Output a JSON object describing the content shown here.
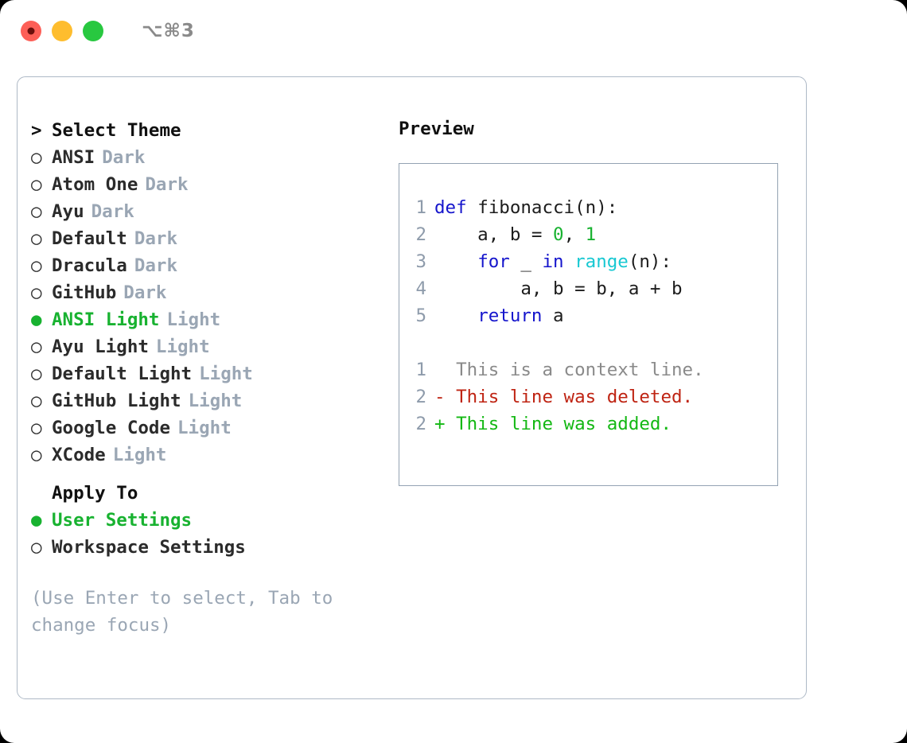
{
  "titlebar": {
    "shortcut": "⌥⌘3",
    "buttons": [
      {
        "name": "close",
        "color": "#fd5f57"
      },
      {
        "name": "minimize",
        "color": "#febd2e"
      },
      {
        "name": "maximize",
        "color": "#28c840"
      }
    ]
  },
  "theme_picker": {
    "heading_marker": ">",
    "heading": "Select Theme",
    "unselected_marker": "○",
    "selected_marker": "●",
    "items": [
      {
        "name": "ANSI",
        "variant": "Dark",
        "selected": false
      },
      {
        "name": "Atom One",
        "variant": "Dark",
        "selected": false
      },
      {
        "name": "Ayu",
        "variant": "Dark",
        "selected": false
      },
      {
        "name": "Default",
        "variant": "Dark",
        "selected": false
      },
      {
        "name": "Dracula",
        "variant": "Dark",
        "selected": false
      },
      {
        "name": "GitHub",
        "variant": "Dark",
        "selected": false
      },
      {
        "name": "ANSI Light",
        "variant": "Light",
        "selected": true
      },
      {
        "name": "Ayu Light",
        "variant": "Light",
        "selected": false
      },
      {
        "name": "Default Light",
        "variant": "Light",
        "selected": false
      },
      {
        "name": "GitHub Light",
        "variant": "Light",
        "selected": false
      },
      {
        "name": "Google Code",
        "variant": "Light",
        "selected": false
      },
      {
        "name": "XCode",
        "variant": "Light",
        "selected": false
      }
    ]
  },
  "apply_to": {
    "heading": "Apply To",
    "items": [
      {
        "name": "User Settings",
        "selected": true
      },
      {
        "name": "Workspace Settings",
        "selected": false
      }
    ]
  },
  "hint": "(Use Enter to select, Tab to change focus)",
  "preview": {
    "title": "Preview",
    "code_lines": [
      {
        "no": "1",
        "tokens": [
          {
            "t": "def ",
            "c": "kw"
          },
          {
            "t": "fibonacci(n):",
            "c": "plain"
          }
        ]
      },
      {
        "no": "2",
        "tokens": [
          {
            "t": "    a, b = ",
            "c": "plain"
          },
          {
            "t": "0",
            "c": "num"
          },
          {
            "t": ", ",
            "c": "plain"
          },
          {
            "t": "1",
            "c": "num"
          }
        ]
      },
      {
        "no": "3",
        "tokens": [
          {
            "t": "    ",
            "c": "plain"
          },
          {
            "t": "for",
            "c": "kw"
          },
          {
            "t": " _ ",
            "c": "plain"
          },
          {
            "t": "in",
            "c": "kw"
          },
          {
            "t": " ",
            "c": "plain"
          },
          {
            "t": "range",
            "c": "fn"
          },
          {
            "t": "(n):",
            "c": "plain"
          }
        ]
      },
      {
        "no": "4",
        "tokens": [
          {
            "t": "        a, b = b, a + b",
            "c": "plain"
          }
        ]
      },
      {
        "no": "5",
        "tokens": [
          {
            "t": "    ",
            "c": "plain"
          },
          {
            "t": "return",
            "c": "kw"
          },
          {
            "t": " a",
            "c": "plain"
          }
        ]
      }
    ],
    "diff_lines": [
      {
        "no": "1",
        "text": "  This is a context line.",
        "kind": "ctx"
      },
      {
        "no": "2",
        "text": "- This line was deleted.",
        "kind": "del"
      },
      {
        "no": "2",
        "text": "+ This line was added.",
        "kind": "add"
      }
    ]
  },
  "colors": {
    "selected_green": "#18b230",
    "diff_add": "#14b814",
    "diff_del": "#bf2413",
    "keyword_blue": "#1515cc",
    "function_cyan": "#18c8d2",
    "muted_gray": "#9aa6b4",
    "panel_border": "#aeb9c6"
  }
}
